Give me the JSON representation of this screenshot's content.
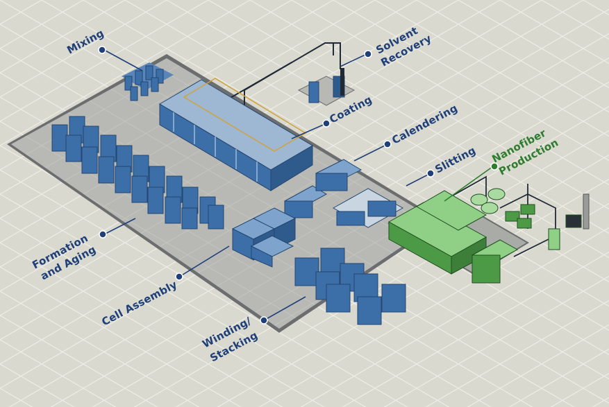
{
  "labels": {
    "mixing": "Mixing",
    "solvent_recovery_1": "Solvent",
    "solvent_recovery_2": "Recovery",
    "coating": "Coating",
    "calendering": "Calendering",
    "slitting": "Slitting",
    "nanofiber_1": "Nanofiber",
    "nanofiber_2": "Production",
    "formation_1": "Formation",
    "formation_2": "and Aging",
    "cell_assembly": "Cell Assembly",
    "winding_1": "Winding/",
    "winding_2": "Stacking"
  },
  "colors": {
    "background": "#d9d9cf",
    "grid": "#ecece4",
    "floor": "#b8b9b4",
    "floor_border": "#6b6d6f",
    "label_blue": "#1f3f78",
    "label_green": "#2e7d2e",
    "equipment_blue": "#3c6fa8",
    "equipment_green": "#4d9a46"
  }
}
